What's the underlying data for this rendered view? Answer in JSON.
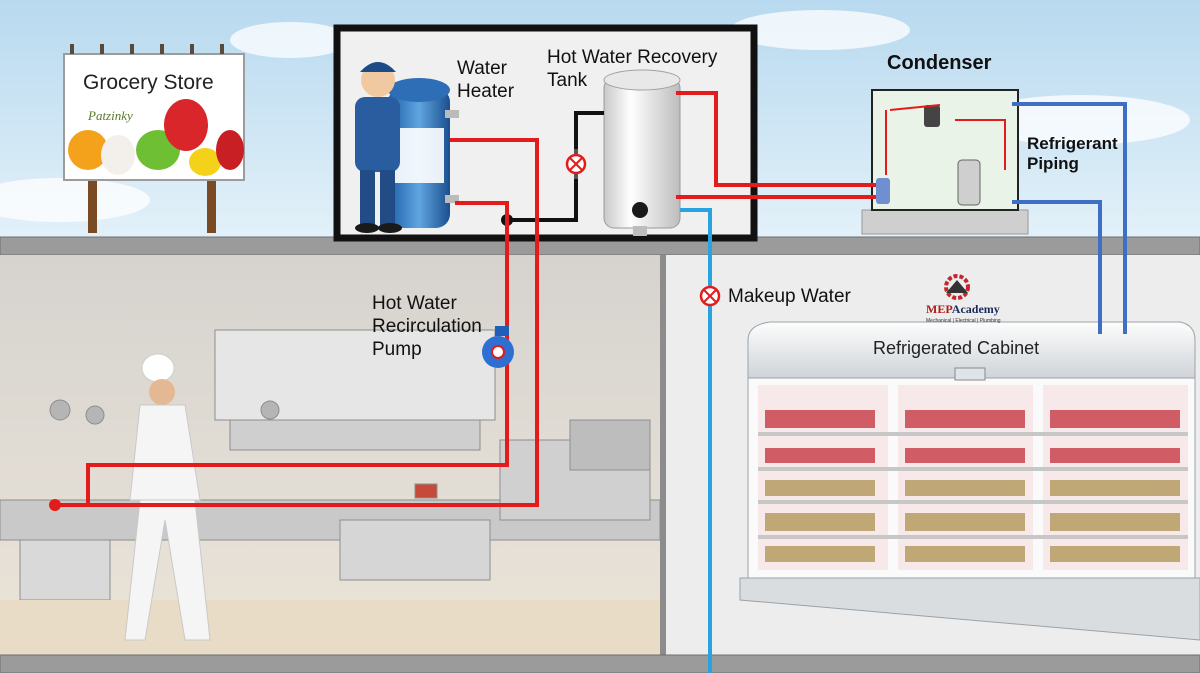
{
  "labels": {
    "grocery_store": "Grocery Store",
    "billboard_brand": "Patzinky",
    "water_heater_line1": "Water",
    "water_heater_line2": "Heater",
    "recovery_tank_line1": "Hot Water Recovery",
    "recovery_tank_line2": "Tank",
    "condenser": "Condenser",
    "refrigerant_line1": "Refrigerant",
    "refrigerant_line2": "Piping",
    "recirc_line1": "Hot Water",
    "recirc_line2": "Recirculation",
    "recirc_line3": "Pump",
    "makeup_water": "Makeup Water",
    "refrigerated_cabinet": "Refrigerated Cabinet"
  },
  "logo": {
    "brand_a": "MEP",
    "brand_b": "Academy",
    "tagline": "Mechanical | Electrical | Plumbing"
  },
  "colors": {
    "hot_water_pipe": "#e31b1b",
    "makeup_water_pipe": "#29a3e0",
    "refrigerant_pipe": "#3f6fc4",
    "supply_black": "#111111",
    "floor_slab": "#9b9b9b",
    "sky": "#c9e3f3"
  }
}
